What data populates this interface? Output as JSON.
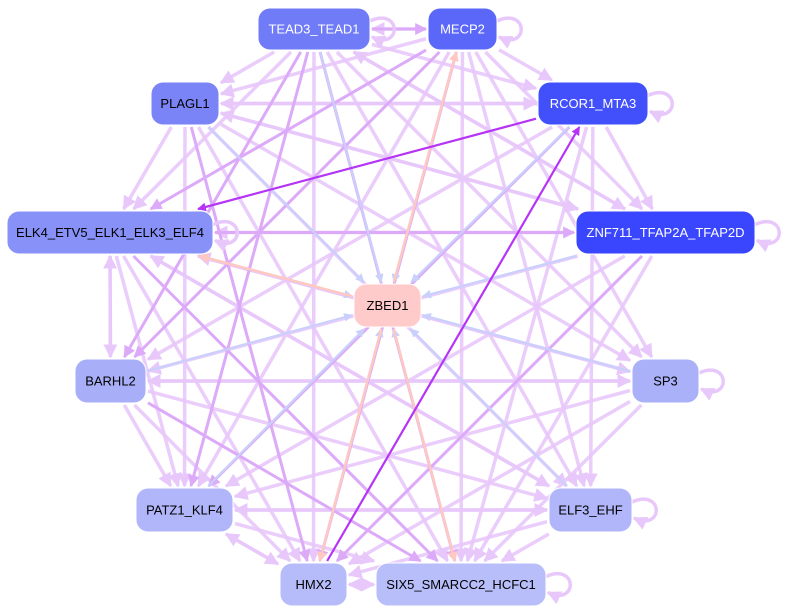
{
  "nodes": [
    {
      "id": "T",
      "label": "TEAD3_TEAD1",
      "fill": "#6f7bf7",
      "text": "#ffffff"
    },
    {
      "id": "M",
      "label": "MECP2",
      "fill": "#5a67f8",
      "text": "#ffffff"
    },
    {
      "id": "P",
      "label": "PLAGL1",
      "fill": "#7a84f7",
      "text": "#000000"
    },
    {
      "id": "R",
      "label": "RCOR1_MTA3",
      "fill": "#4250fb",
      "text": "#ffffff"
    },
    {
      "id": "E",
      "label": "ELK4_ETV5_ELK1_ELK3_ELF4",
      "fill": "#8891f7",
      "text": "#000000"
    },
    {
      "id": "Z",
      "label": "ZNF711_TFAP2A_TFAP2D",
      "fill": "#3a46fd",
      "text": "#ffffff"
    },
    {
      "id": "D",
      "label": "ZBED1",
      "fill": "#ffcaca",
      "text": "#000000"
    },
    {
      "id": "B",
      "label": "BARHL2",
      "fill": "#a8aff8",
      "text": "#000000"
    },
    {
      "id": "S",
      "label": "SP3",
      "fill": "#aab1f8",
      "text": "#000000"
    },
    {
      "id": "K",
      "label": "PATZ1_KLF4",
      "fill": "#b0b6f9",
      "text": "#000000"
    },
    {
      "id": "F",
      "label": "ELF3_EHF",
      "fill": "#b0b6f9",
      "text": "#000000"
    },
    {
      "id": "H",
      "label": "HMX2",
      "fill": "#b6bcf9",
      "text": "#000000"
    },
    {
      "id": "X",
      "label": "SIX5_SMARCC2_HCFC1",
      "fill": "#b8befa",
      "text": "#000000"
    }
  ],
  "edge_colors": {
    "light": "#e8c8fb",
    "medium": "#dcaaf8",
    "strong": "#b534f5",
    "blue": "#c9d0fb",
    "pink": "#ffc8c0"
  },
  "self_loops": [
    "T",
    "M",
    "R",
    "E",
    "Z",
    "S",
    "F",
    "X"
  ],
  "edges": [
    [
      "T",
      "M",
      "medium"
    ],
    [
      "M",
      "T",
      "light"
    ],
    [
      "T",
      "P",
      "light"
    ],
    [
      "T",
      "R",
      "light"
    ],
    [
      "T",
      "E",
      "light"
    ],
    [
      "T",
      "Z",
      "light"
    ],
    [
      "T",
      "B",
      "medium"
    ],
    [
      "T",
      "S",
      "light"
    ],
    [
      "T",
      "K",
      "medium"
    ],
    [
      "T",
      "F",
      "light"
    ],
    [
      "T",
      "H",
      "light"
    ],
    [
      "T",
      "X",
      "medium"
    ],
    [
      "M",
      "P",
      "light"
    ],
    [
      "M",
      "R",
      "light"
    ],
    [
      "M",
      "E",
      "medium"
    ],
    [
      "M",
      "Z",
      "light"
    ],
    [
      "M",
      "B",
      "medium"
    ],
    [
      "M",
      "K",
      "light"
    ],
    [
      "M",
      "F",
      "light"
    ],
    [
      "M",
      "H",
      "medium"
    ],
    [
      "M",
      "X",
      "light"
    ],
    [
      "M",
      "S",
      "light"
    ],
    [
      "P",
      "R",
      "light"
    ],
    [
      "P",
      "E",
      "light"
    ],
    [
      "P",
      "Z",
      "light"
    ],
    [
      "P",
      "K",
      "light"
    ],
    [
      "P",
      "F",
      "light"
    ],
    [
      "P",
      "H",
      "medium"
    ],
    [
      "P",
      "X",
      "light"
    ],
    [
      "P",
      "S",
      "light"
    ],
    [
      "R",
      "E",
      "strong"
    ],
    [
      "R",
      "P",
      "light"
    ],
    [
      "R",
      "Z",
      "light"
    ],
    [
      "R",
      "B",
      "light"
    ],
    [
      "R",
      "K",
      "medium"
    ],
    [
      "R",
      "X",
      "light"
    ],
    [
      "R",
      "F",
      "light"
    ],
    [
      "E",
      "Z",
      "medium"
    ],
    [
      "Z",
      "E",
      "light"
    ],
    [
      "E",
      "B",
      "light"
    ],
    [
      "B",
      "E",
      "light"
    ],
    [
      "E",
      "K",
      "light"
    ],
    [
      "E",
      "F",
      "light"
    ],
    [
      "E",
      "H",
      "light"
    ],
    [
      "E",
      "X",
      "medium"
    ],
    [
      "E",
      "S",
      "light"
    ],
    [
      "Z",
      "B",
      "light"
    ],
    [
      "Z",
      "K",
      "light"
    ],
    [
      "Z",
      "H",
      "medium"
    ],
    [
      "Z",
      "X",
      "light"
    ],
    [
      "Z",
      "P",
      "light"
    ],
    [
      "Z",
      "T",
      "light"
    ],
    [
      "B",
      "S",
      "light"
    ],
    [
      "B",
      "F",
      "light"
    ],
    [
      "B",
      "X",
      "medium"
    ],
    [
      "B",
      "K",
      "light"
    ],
    [
      "B",
      "H",
      "light"
    ],
    [
      "S",
      "K",
      "light"
    ],
    [
      "S",
      "H",
      "light"
    ],
    [
      "S",
      "X",
      "light"
    ],
    [
      "S",
      "E",
      "light"
    ],
    [
      "S",
      "B",
      "light"
    ],
    [
      "K",
      "F",
      "light"
    ],
    [
      "K",
      "H",
      "light"
    ],
    [
      "K",
      "X",
      "light"
    ],
    [
      "F",
      "K",
      "light"
    ],
    [
      "F",
      "H",
      "light"
    ],
    [
      "F",
      "X",
      "light"
    ],
    [
      "F",
      "E",
      "light"
    ],
    [
      "H",
      "X",
      "light"
    ],
    [
      "X",
      "H",
      "light"
    ],
    [
      "H",
      "R",
      "strong"
    ],
    [
      "H",
      "K",
      "light"
    ],
    [
      "T",
      "D",
      "blue"
    ],
    [
      "P",
      "D",
      "blue"
    ],
    [
      "R",
      "D",
      "blue"
    ],
    [
      "Z",
      "D",
      "blue"
    ],
    [
      "B",
      "D",
      "blue"
    ],
    [
      "S",
      "D",
      "blue"
    ],
    [
      "K",
      "D",
      "blue"
    ],
    [
      "F",
      "D",
      "blue"
    ],
    [
      "H",
      "D",
      "blue"
    ],
    [
      "X",
      "D",
      "blue"
    ],
    [
      "M",
      "D",
      "blue"
    ],
    [
      "E",
      "D",
      "blue"
    ],
    [
      "D",
      "E",
      "pink"
    ],
    [
      "D",
      "M",
      "pink"
    ],
    [
      "D",
      "H",
      "pink"
    ],
    [
      "D",
      "X",
      "pink"
    ]
  ]
}
